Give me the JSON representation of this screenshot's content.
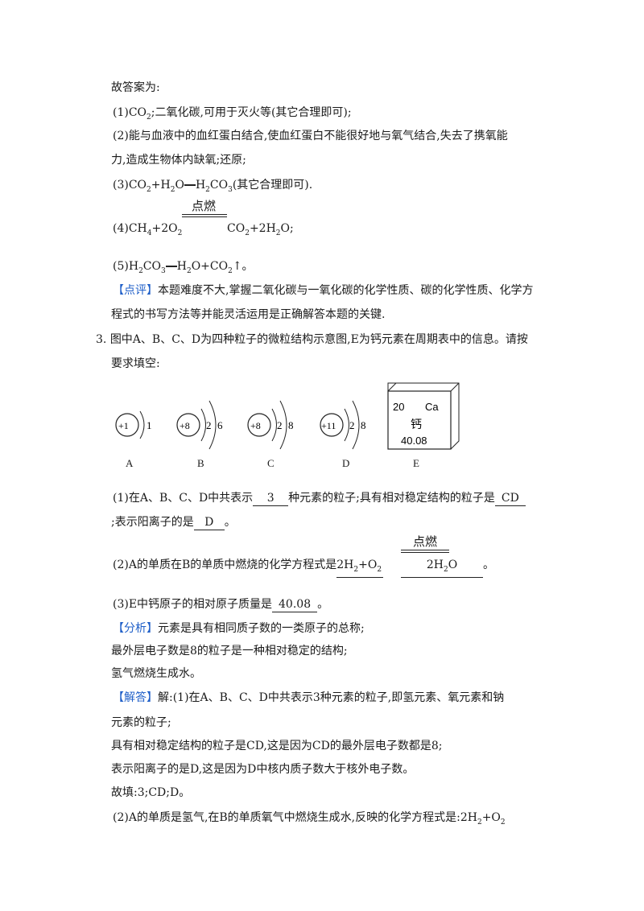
{
  "answer_header": "故答案为:",
  "ans1": {
    "num": "(1)",
    "co": "CO",
    "co_sub": "2",
    "rest": ";二氧化碳,可用于灭火等(其它合理即可);"
  },
  "ans2": {
    "line1": "(2)能与血液中的血红蛋白结合,使血红蛋白不能很好地与氧气结合,失去了携氧能",
    "line2": "力,造成生物体内缺氧;还原;"
  },
  "ans3": {
    "num": "(3)",
    "t1": "CO",
    "s1": "2",
    "t2": "+H",
    "s2": "2",
    "t3": "O",
    "t4": "H",
    "s4": "2",
    "t5": "CO",
    "s5": "3",
    "t6": "(其它合理即可)."
  },
  "ans4": {
    "cond": "点燃",
    "num": "(4)",
    "t1": "CH",
    "s1": "4",
    "t2": "+2O",
    "s2": "2",
    "t3": "CO",
    "s3": "2",
    "t4": "+2H",
    "s4": "2",
    "t5": "O;"
  },
  "ans5": {
    "num": "(5)",
    "t1": "H",
    "s1": "2",
    "t2": "CO",
    "s2": "3",
    "t3": "H",
    "s3": "2",
    "t4": "O+CO",
    "s4": "2",
    "t5": "↑。"
  },
  "comment": {
    "tag_l": "【",
    "tag": "点评",
    "tag_r": "】",
    "line1": "本题难度不大,掌握二氧化碳与一氧化碳的化学性质、碳的化学性质、化学方",
    "line2": "程式的书写方法等并能灵活运用是正确解答本题的关键."
  },
  "q3": {
    "num": "3.",
    "line1": "图中A、B、C、D为四种粒子的微粒结构示意图,E为钙元素在周期表中的信息。请按",
    "line2": "要求填空:"
  },
  "diagram": {
    "atoms": [
      {
        "label": "A",
        "nucleus": "+1",
        "shells": [
          "1"
        ]
      },
      {
        "label": "B",
        "nucleus": "+8",
        "shells": [
          "2",
          "6"
        ]
      },
      {
        "label": "C",
        "nucleus": "+8",
        "shells": [
          "2",
          "8"
        ]
      },
      {
        "label": "D",
        "nucleus": "+11",
        "shells": [
          "2",
          "8"
        ]
      }
    ],
    "element": {
      "label": "E",
      "number": "20",
      "symbol": "Ca",
      "name": "钙",
      "mass": "40.08"
    }
  },
  "sub1": {
    "p1": "(1)在A、B、C、D中共表示",
    "b1": "3",
    "p2": "种元素的粒子;具有相对稳定结构的粒子是",
    "b2": "CD",
    "p3": ";表示阳离子的是",
    "b3": "D",
    "p4": "。"
  },
  "sub2": {
    "cond": "点燃",
    "p1": "(2)A的单质在B的单质中燃烧的化学方程式是",
    "f1": "2H",
    "fs1": "2",
    "f2": "+O",
    "fs2": "2",
    "f3": "2H",
    "fs3": "2",
    "f4": "O",
    "p2": "。"
  },
  "sub3": {
    "p1": "(3)E中钙原子的相对原子质量是",
    "b1": "40.08",
    "p2": "。"
  },
  "analysis": {
    "tag_l": "【",
    "tag": "分析",
    "tag_r": "】",
    "line1": "元素是具有相同质子数的一类原子的总称;",
    "line2": "最外层电子数是8的粒子是一种相对稳定的结构;",
    "line3": "氢气燃烧生成水。"
  },
  "solution": {
    "tag_l": "【",
    "tag": "解答",
    "tag_r": "】",
    "line1": "解:(1)在A、B、C、D中共表示3种元素的粒子,即氢元素、氧元素和钠",
    "line2": "元素的粒子;",
    "line3": "具有相对稳定结构的粒子是CD,这是因为CD的最外层电子数都是8;",
    "line4": "表示阳离子的是D,这是因为D中核内质子数大于核外电子数。",
    "line5": "故填:3;CD;D。",
    "line6a": "(2)A的单质是氢气,在B的单质氧气中燃烧生成水,反映的化学方程式是:2H",
    "line6s1": "2",
    "line6b": "+O",
    "line6s2": "2"
  }
}
